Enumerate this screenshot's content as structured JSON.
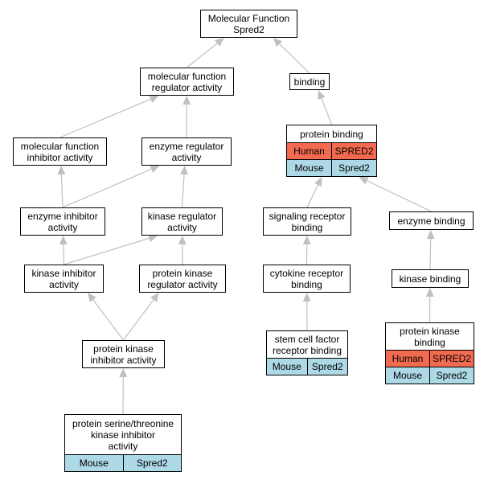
{
  "colors": {
    "human": "#f26a4f",
    "mouse": "#add8e6",
    "edge": "#c0c0c0"
  },
  "nodes": [
    {
      "id": "mf",
      "name": "node-molecular-function-spred2",
      "label": "Molecular Function\nSpred2"
    },
    {
      "id": "mfra",
      "name": "node-molecular-function-regulator-activity",
      "label": "molecular function\nregulator activity"
    },
    {
      "id": "binding",
      "name": "node-binding",
      "label": "binding"
    },
    {
      "id": "mfia",
      "name": "node-molecular-function-inhibitor-activity",
      "label": "molecular function\ninhibitor activity"
    },
    {
      "id": "era",
      "name": "node-enzyme-regulator-activity",
      "label": "enzyme regulator\nactivity"
    },
    {
      "id": "pb",
      "name": "node-protein-binding",
      "label": "protein binding",
      "rows": [
        {
          "species": "Human",
          "gene": "SPRED2",
          "color": "human"
        },
        {
          "species": "Mouse",
          "gene": "Spred2",
          "color": "mouse"
        }
      ]
    },
    {
      "id": "eia",
      "name": "node-enzyme-inhibitor-activity",
      "label": "enzyme inhibitor\nactivity"
    },
    {
      "id": "kra",
      "name": "node-kinase-regulator-activity",
      "label": "kinase regulator\nactivity"
    },
    {
      "id": "srb",
      "name": "node-signaling-receptor-binding",
      "label": "signaling receptor\nbinding"
    },
    {
      "id": "eb",
      "name": "node-enzyme-binding",
      "label": "enzyme binding"
    },
    {
      "id": "kia",
      "name": "node-kinase-inhibitor-activity",
      "label": "kinase inhibitor\nactivity"
    },
    {
      "id": "pkra",
      "name": "node-protein-kinase-regulator-activity",
      "label": "protein kinase\nregulator activity"
    },
    {
      "id": "crb",
      "name": "node-cytokine-receptor-binding",
      "label": "cytokine receptor\nbinding"
    },
    {
      "id": "kb",
      "name": "node-kinase-binding",
      "label": "kinase binding"
    },
    {
      "id": "pkia",
      "name": "node-protein-kinase-inhibitor-activity",
      "label": "protein kinase\ninhibitor activity"
    },
    {
      "id": "scfrb",
      "name": "node-stem-cell-factor-receptor-binding",
      "label": "stem cell factor\nreceptor binding",
      "rows": [
        {
          "species": "Mouse",
          "gene": "Spred2",
          "color": "mouse"
        }
      ]
    },
    {
      "id": "pkb",
      "name": "node-protein-kinase-binding",
      "label": "protein kinase\nbinding",
      "rows": [
        {
          "species": "Human",
          "gene": "SPRED2",
          "color": "human"
        },
        {
          "species": "Mouse",
          "gene": "Spred2",
          "color": "mouse"
        }
      ]
    },
    {
      "id": "pstkia",
      "name": "node-protein-serine-threonine-kinase-inhibitor-activity",
      "label": "protein serine/threonine\nkinase inhibitor\nactivity",
      "rows": [
        {
          "species": "Mouse",
          "gene": "Spred2",
          "color": "mouse"
        }
      ]
    }
  ],
  "edges": [
    [
      "mfra",
      "mf"
    ],
    [
      "binding",
      "mf"
    ],
    [
      "mfia",
      "mfra"
    ],
    [
      "era",
      "mfra"
    ],
    [
      "pb",
      "binding"
    ],
    [
      "eia",
      "mfia"
    ],
    [
      "eia",
      "era"
    ],
    [
      "kra",
      "era"
    ],
    [
      "srb",
      "pb"
    ],
    [
      "eb",
      "pb"
    ],
    [
      "kia",
      "eia"
    ],
    [
      "kia",
      "kra"
    ],
    [
      "pkra",
      "kra"
    ],
    [
      "crb",
      "srb"
    ],
    [
      "kb",
      "eb"
    ],
    [
      "pkia",
      "kia"
    ],
    [
      "pkia",
      "pkra"
    ],
    [
      "scfrb",
      "crb"
    ],
    [
      "pkb",
      "kb"
    ],
    [
      "pstkia",
      "pkia"
    ]
  ]
}
